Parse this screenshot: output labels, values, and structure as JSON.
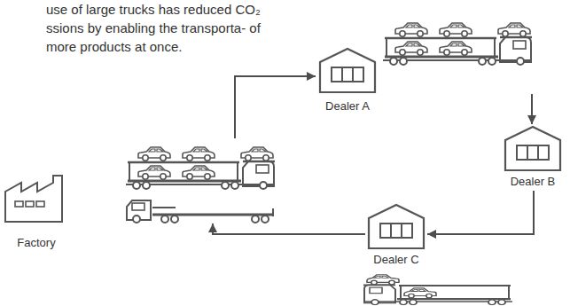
{
  "diagram": {
    "nodes": [
      {
        "text": [
          "Factory"
        ]
      },
      {
        "text": [
          "Dealer A"
        ]
      },
      {
        "text": [
          "Dealer B"
        ]
      },
      {
        "text": [
          "Dealer C"
        ]
      }
    ],
    "edges": [
      {
        "from": 0,
        "to": 1,
        "arrow": "to"
      },
      {
        "from": 1,
        "to": 2,
        "arrow": "to"
      },
      {
        "from": 2,
        "to": 3,
        "arrow": "to"
      },
      {
        "from": 3,
        "to": 0,
        "arrow": "to"
      }
    ],
    "labels": [
      "use of large trucks has reduced CO₂ ssions by enabling the transporta- of more products at once."
    ]
  }
}
